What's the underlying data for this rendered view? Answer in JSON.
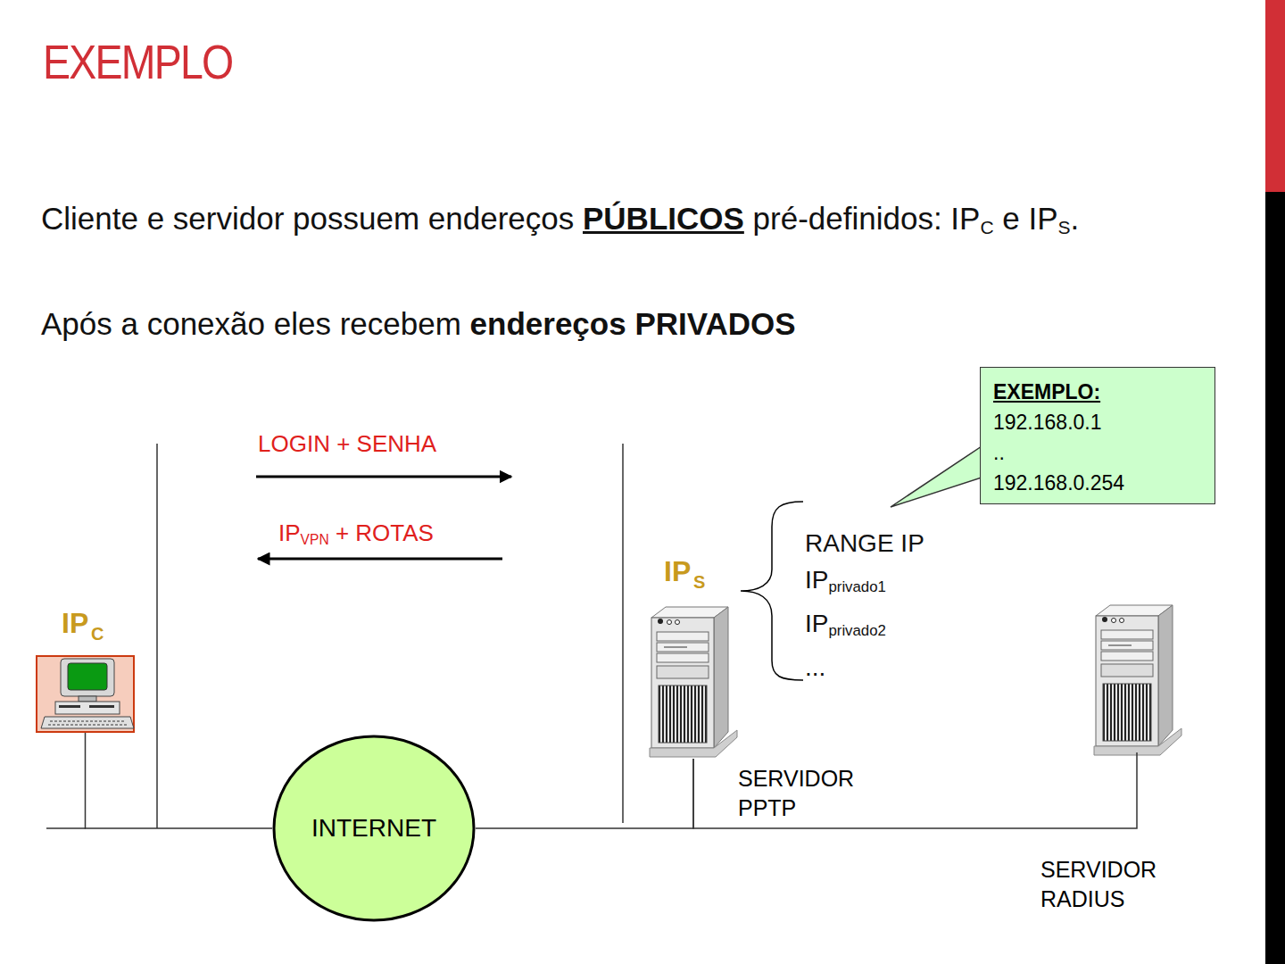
{
  "diagram": {
    "title": "EXEMPLO",
    "nodes": [
      {
        "text": [
          "IP",
          "C"
        ]
      },
      {
        "text": [
          "INTERNET"
        ]
      },
      {
        "text": [
          "IP",
          "S",
          "SERVIDOR PPTP"
        ]
      },
      {
        "text": [
          "EXEMPLO:",
          "192.168.0.1",
          "..",
          "192.168.0.254"
        ]
      },
      {
        "text": [
          "SERVIDOR RADIUS"
        ]
      }
    ],
    "edges": [
      {
        "from": 0,
        "to": 1,
        "arrow": "none"
      },
      {
        "from": 1,
        "to": 2,
        "arrow": "none"
      },
      {
        "from": 2,
        "to": 4,
        "arrow": "none"
      }
    ],
    "labels": [
      "Cliente e servidor possuem endereços ",
      "PÚBLICOS",
      " pré-definidos: IP",
      "C",
      " e IP",
      "S",
      ".",
      "Após a conexão eles recebem ",
      "endereços PRIVADOS",
      "LOGIN + SENHA",
      "IP",
      "VPN",
      " + ROTAS",
      "RANGE IP",
      "IP",
      "privado1",
      "IP",
      "privado2",
      "..."
    ]
  }
}
